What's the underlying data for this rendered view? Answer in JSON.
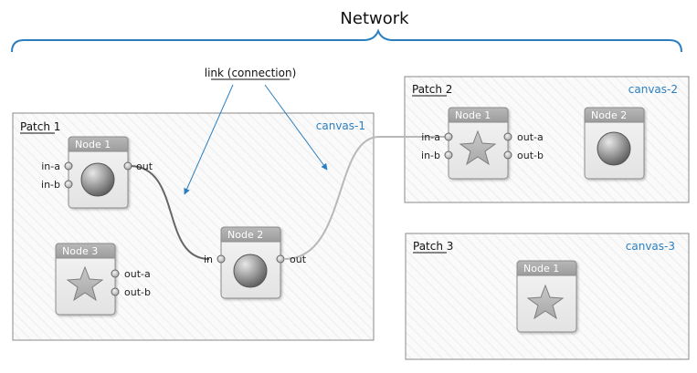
{
  "network": {
    "title": "Network"
  },
  "annotation": {
    "link_label": "link (connection)"
  },
  "patches": [
    {
      "title": "Patch 1",
      "canvas_label": "canvas-1",
      "nodes": [
        {
          "title": "Node 1",
          "icon": "circle-icon",
          "inputs": [
            "in-a",
            "in-b"
          ],
          "outputs": [
            "out"
          ]
        },
        {
          "title": "Node 2",
          "icon": "circle-icon",
          "inputs": [
            "in"
          ],
          "outputs": [
            "out"
          ]
        },
        {
          "title": "Node 3",
          "icon": "star-icon",
          "inputs": [],
          "outputs": [
            "out-a",
            "out-b"
          ]
        }
      ]
    },
    {
      "title": "Patch 2",
      "canvas_label": "canvas-2",
      "nodes": [
        {
          "title": "Node 1",
          "icon": "star-icon",
          "inputs": [
            "in-a",
            "in-b"
          ],
          "outputs": [
            "out-a",
            "out-b"
          ]
        },
        {
          "title": "Node 2",
          "icon": "circle-icon",
          "inputs": [],
          "outputs": []
        }
      ]
    },
    {
      "title": "Patch 3",
      "canvas_label": "canvas-3",
      "nodes": [
        {
          "title": "Node 1",
          "icon": "star-icon",
          "inputs": [],
          "outputs": []
        }
      ]
    }
  ],
  "colors": {
    "brace": "#2b7fc0",
    "canvas_label": "#2b7fc0",
    "node_header": "#a9a9a9",
    "node_body": "#ececec",
    "active_link": "#666666",
    "inactive_link": "#b8b8b8",
    "annotation_arrow": "#2b7fc0"
  }
}
